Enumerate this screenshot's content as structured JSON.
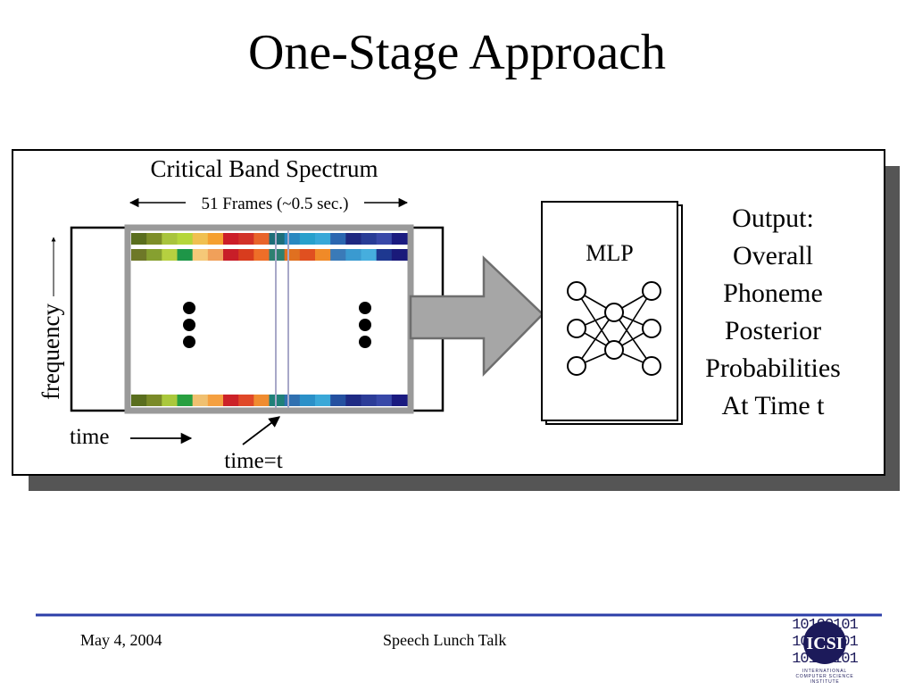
{
  "slide": {
    "title": "One-Stage Approach"
  },
  "diagram": {
    "spectrum_title": "Critical Band Spectrum",
    "frames_label": "51 Frames (~0.5 sec.)",
    "frequency_label": "frequency",
    "time_label": "time",
    "time_marker_label": "time=t",
    "mlp_label": "MLP",
    "output_lines": [
      "Output:",
      "Overall",
      "Phoneme",
      "Posterior",
      "Probabilities",
      "At Time t"
    ],
    "spectrum_colors": {
      "row_top": [
        "#5a6e1e",
        "#7d8e28",
        "#a8c43c",
        "#b5d63a",
        "#f0c050",
        "#f5a030",
        "#cc1e28",
        "#d23228",
        "#e8642a",
        "#1e6e78",
        "#2888c0",
        "#28a0cc",
        "#38a8d8",
        "#2a66b0",
        "#1e2880",
        "#283c96",
        "#3848a8",
        "#1a1a80"
      ],
      "row_second": [
        "#6e7828",
        "#86a030",
        "#b6d040",
        "#1e9648",
        "#f5c878",
        "#f0a05a",
        "#c81e28",
        "#d83c1e",
        "#ee6e28",
        "#2e8070",
        "#e07020",
        "#e05020",
        "#f08a28",
        "#3a7ab8",
        "#3a9ad0",
        "#46aede",
        "#1e3890",
        "#1a1a7a"
      ],
      "row_bottom": [
        "#5a6e1e",
        "#7a8a28",
        "#aac83c",
        "#28a040",
        "#f0c070",
        "#f5a040",
        "#cc2228",
        "#e04828",
        "#f08c30",
        "#208078",
        "#3070b0",
        "#2a90c8",
        "#3aa8d8",
        "#2450a0",
        "#1e2a84",
        "#2c3c98",
        "#3848a8",
        "#1a1a80"
      ]
    },
    "mlp": {
      "layers": [
        3,
        2,
        3
      ]
    }
  },
  "footer": {
    "date": "May 4, 2004",
    "talk_title": "Speech Lunch Talk"
  },
  "logo": {
    "bits": [
      "10100101",
      "10100101",
      "10100101"
    ],
    "text": "ICSI",
    "org_lines": [
      "INTERNATIONAL",
      "COMPUTER SCIENCE",
      "INSTITUTE"
    ]
  }
}
